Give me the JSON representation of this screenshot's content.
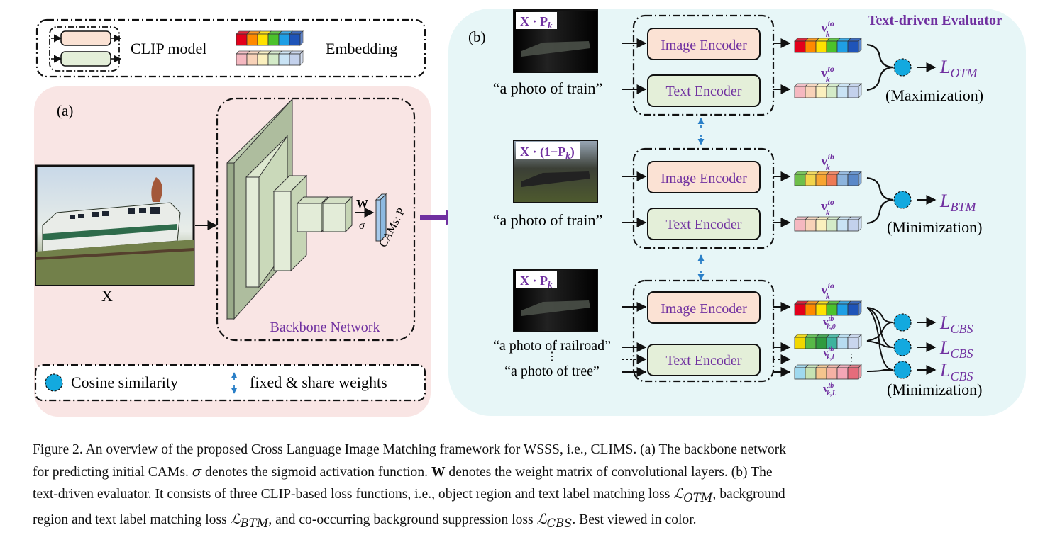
{
  "legend_top": {
    "clip_model": "CLIP model",
    "embedding": "Embedding"
  },
  "legend_bottom": {
    "cosine": "Cosine similarity",
    "fixed": "fixed & share weights"
  },
  "panel_a": {
    "label": "(a)",
    "input_label": "X",
    "backbone_label": "Backbone Network",
    "w_label": "W",
    "sigma_label": "σ",
    "cams_label": "CAMs: P"
  },
  "panel_b": {
    "label": "(b)",
    "evaluator_title": "Text-driven Evaluator",
    "row1": {
      "mask_label": "X · P",
      "mask_sub": "k",
      "prompt": "“a photo of train”",
      "image_encoder": "Image Encoder",
      "text_encoder": "Text Encoder",
      "v_img": "v",
      "v_img_sup": "io",
      "v_img_sub": "k",
      "v_txt": "v",
      "v_txt_sup": "to",
      "v_txt_sub": "k",
      "loss": "L",
      "loss_sub": "OTM",
      "goal": "(Maximization)"
    },
    "row2": {
      "mask_label": "X · (1−P",
      "mask_sub": "k",
      "mask_close": ")",
      "prompt": "“a photo of train”",
      "image_encoder": "Image Encoder",
      "text_encoder": "Text Encoder",
      "v_img": "v",
      "v_img_sup": "ib",
      "v_img_sub": "k",
      "v_txt": "v",
      "v_txt_sup": "to",
      "v_txt_sub": "k",
      "loss": "L",
      "loss_sub": "BTM",
      "goal": "(Minimization)"
    },
    "row3": {
      "mask_label": "X · P",
      "mask_sub": "k",
      "prompt1": "“a photo of railroad”",
      "prompt2": "“a photo of tree”",
      "image_encoder": "Image Encoder",
      "text_encoder": "Text Encoder",
      "v_img": "v",
      "v_img_sup": "io",
      "v_img_sub": "k",
      "v_tb": "v",
      "v_tb_sup": "tb",
      "v_tb_sub0": "k,0",
      "v_tb_subl": "k,l",
      "v_tb_subL": "k,L",
      "loss": "L",
      "loss_sub": "CBS",
      "goal": "(Minimization)"
    }
  },
  "caption": {
    "line1": "Figure 2.  An overview of the proposed Cross Language Image Matching framework for WSSS, i.e., CLIMS. (a) The backbone network",
    "line2a": "for predicting initial CAMs.  ",
    "line2_sigma": "σ",
    "line2b": " denotes the sigmoid activation function.  ",
    "line2_w": "W",
    "line2c": " denotes the weight matrix of convolutional layers.  (b) The",
    "line3a": "text-driven evaluator.  It consists of three CLIP-based loss functions, i.e., object region and text label matching loss ",
    "line3_loss": "ℒ",
    "line3_sub": "OTM",
    "line3b": ", background",
    "line4a": "region and text label matching loss ",
    "line4_loss": "ℒ",
    "line4_sub": "BTM",
    "line4b": ", and co-occurring background suppression loss ",
    "line4_loss2": "ℒ",
    "line4_sub2": "CBS",
    "line4c": ".  Best viewed in color."
  },
  "colors": {
    "panel_a_bg": "#f9e5e4",
    "panel_b_bg": "#e7f6f7",
    "image_encoder_fill": "#fbe2d4",
    "text_encoder_fill": "#e4efd9",
    "accent_purple": "#7030a0",
    "cosine_blue": "#13a9df"
  }
}
